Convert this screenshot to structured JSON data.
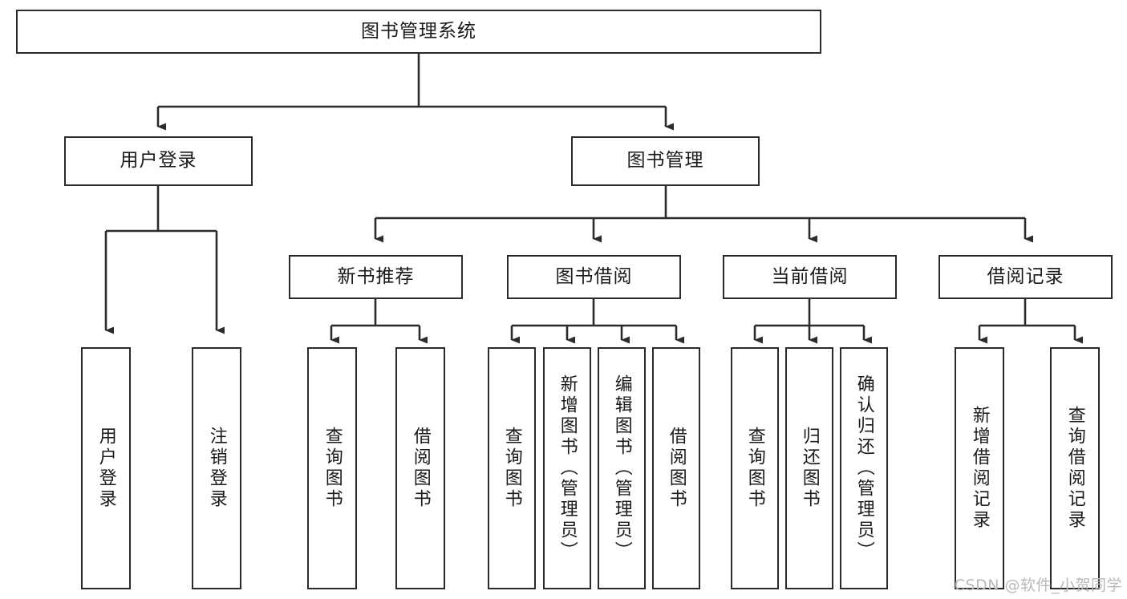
{
  "diagram": {
    "title": "图书管理系统",
    "type": "hierarchy-tree",
    "watermark": "CSDN @软件_小贺同学",
    "colors": {
      "stroke": "#2b2b2b",
      "fill": "#ffffff",
      "text": "#1a1a1a",
      "watermark": "#b9b9b9"
    },
    "nodes": {
      "root": {
        "label": "图书管理系统"
      },
      "level1": [
        {
          "id": "user-login",
          "label": "用户登录"
        },
        {
          "id": "book-manage",
          "label": "图书管理"
        }
      ],
      "level2": [
        {
          "id": "new-book-rec",
          "label": "新书推荐"
        },
        {
          "id": "book-borrow",
          "label": "图书借阅"
        },
        {
          "id": "current-borrow",
          "label": "当前借阅"
        },
        {
          "id": "borrow-record",
          "label": "借阅记录"
        }
      ],
      "leaves": {
        "user_login": [
          {
            "id": "leaf-user-login",
            "label": "用户登录"
          },
          {
            "id": "leaf-logout",
            "label": "注销登录"
          }
        ],
        "new_book_rec": [
          {
            "id": "leaf-query-book-1",
            "label": "查询图书"
          },
          {
            "id": "leaf-borrow-book-1",
            "label": "借阅图书"
          }
        ],
        "book_borrow": [
          {
            "id": "leaf-query-book-2",
            "label": "查询图书"
          },
          {
            "id": "leaf-add-book",
            "label": "新增图书（管理员）"
          },
          {
            "id": "leaf-edit-book",
            "label": "编辑图书（管理员）"
          },
          {
            "id": "leaf-borrow-book-2",
            "label": "借阅图书"
          }
        ],
        "current_borrow": [
          {
            "id": "leaf-query-book-3",
            "label": "查询图书"
          },
          {
            "id": "leaf-return-book",
            "label": "归还图书"
          },
          {
            "id": "leaf-confirm-return",
            "label": "确认归还（管理员）"
          }
        ],
        "borrow_record": [
          {
            "id": "leaf-add-record",
            "label": "新增借阅记录"
          },
          {
            "id": "leaf-query-record",
            "label": "查询借阅记录"
          }
        ]
      }
    }
  }
}
